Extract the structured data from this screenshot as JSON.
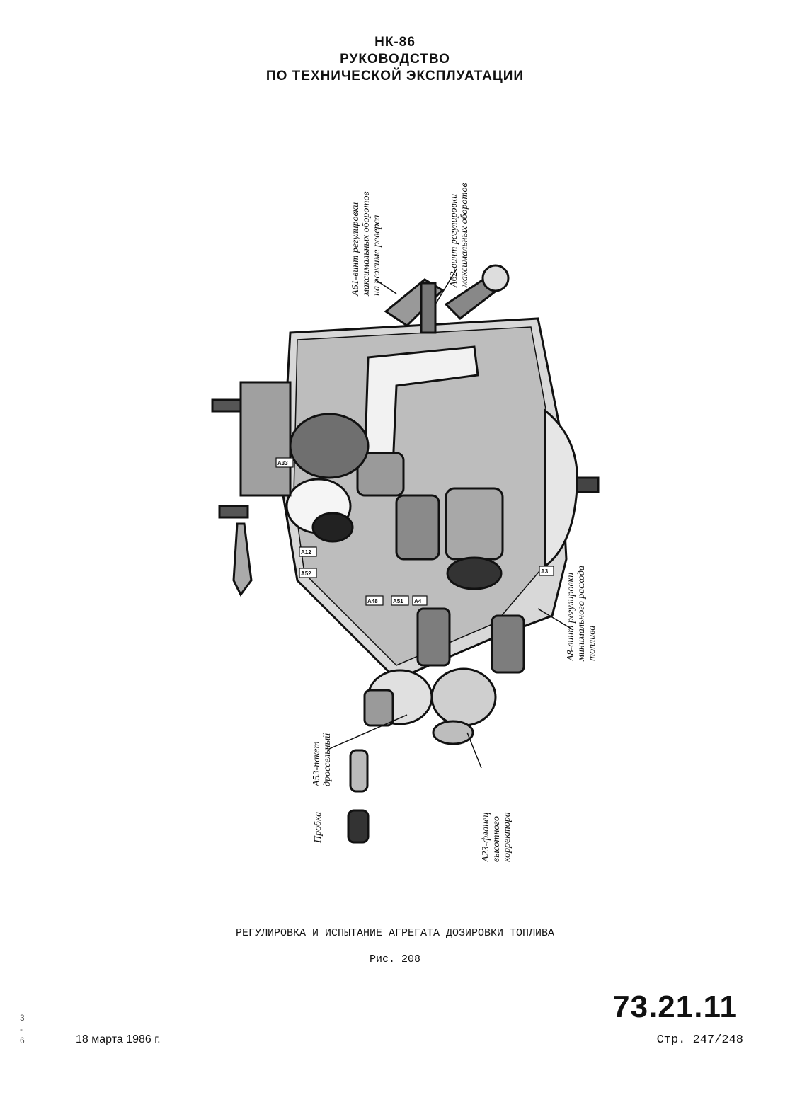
{
  "header": {
    "model": "НК-86",
    "line1": "РУКОВОДСТВО",
    "line2": "ПО ТЕХНИЧЕСКОЙ ЭКСПЛУАТАЦИИ"
  },
  "callouts": {
    "a61": "А61-винт регулировки\nмаксимальных оборотов\nна режиме реверса",
    "a62": "А62-винт регулировки\nмаксимальных оборотов",
    "a8": "А8-винт регулировки\nминимального расхода\nтоплива",
    "a53": "А53-пакет\nдроссельный",
    "probka": "Пробка",
    "a23": "А23-фланец\nвысотного\nкорректора"
  },
  "part_labels": {
    "a33": "А33",
    "a12": "А12",
    "a52": "А52",
    "a48": "А48",
    "a51": "А51",
    "a4": "А4",
    "a3": "А3"
  },
  "caption": {
    "title": "РЕГУЛИРОВКА И ИСПЫТАНИЕ АГРЕГАТА ДОЗИРОВКИ ТОПЛИВА",
    "figure": "Рис. 208"
  },
  "footer": {
    "section": "73.21.11",
    "page": "Стр. 247/248",
    "date": "18 марта 1986 г.",
    "margin_mark": "3\n-\n6"
  }
}
